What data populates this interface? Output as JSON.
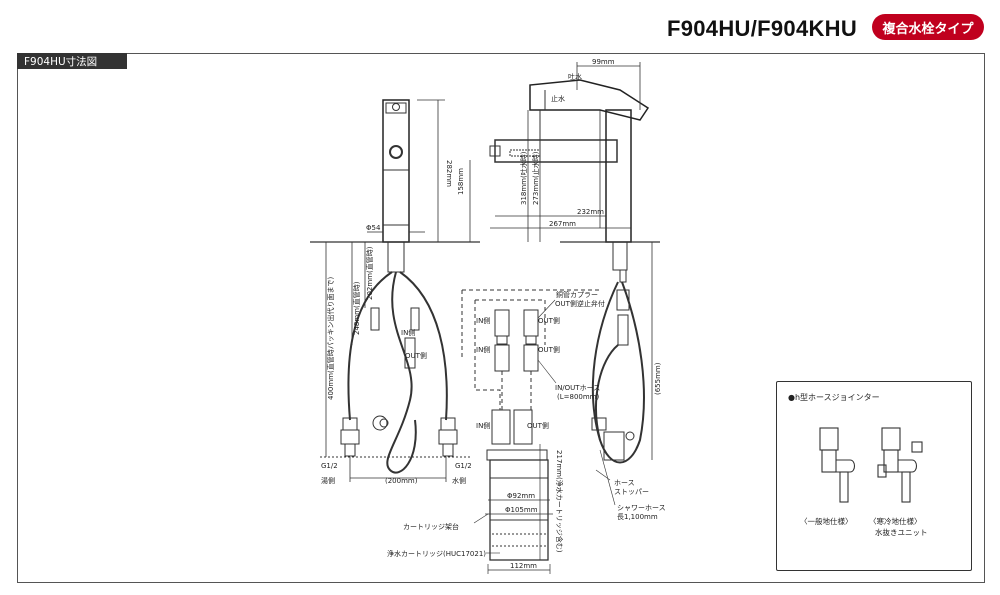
{
  "header": {
    "model_title": "F904HU/F904KHU",
    "type_badge": "複合水栓タイプ"
  },
  "panel": {
    "label": "F904HU寸法図"
  },
  "dimensions": {
    "dim_99": "99mm",
    "dim_282": "282mm",
    "dim_158": "158mm",
    "dim_318": "318mm(吐水時)",
    "dim_273": "273mm(止水時)",
    "dim_232": "232mm",
    "dim_267": "267mm",
    "dim_phi54": "Φ54",
    "dim_202": "202mm(直管時)",
    "dim_248": "248mm(直管時)",
    "dim_400": "400mm(直管時パッキン出代り面まで)",
    "dim_200": "(200mm)",
    "dim_655": "(655mm)",
    "dim_217": "217mm(浄水カートリッジ含む)",
    "dim_phi92": "Φ92mm",
    "dim_phi105": "Φ105mm",
    "dim_112": "112mm"
  },
  "labels": {
    "spout_water": "吐水",
    "stop_water": "止水",
    "in_side_1": "IN側",
    "out_side_1": "OUT側",
    "in_side_2": "IN側",
    "out_side_2": "OUT側",
    "in_side_3": "IN側",
    "out_side_3": "OUT側",
    "in_side_hot": "IN側",
    "out_side_hot": "OUT側",
    "coupler": "銅管カプラー",
    "check_valve": "OUT側逆止弁付",
    "inout_hose": "IN/OUTホース",
    "hose_length": "(L=800mm)",
    "g_left": "G1/2",
    "g_right": "G1/2",
    "hot_side": "湯側",
    "cold_side": "水側",
    "hose_stopper_1": "ホース",
    "hose_stopper_2": "ストッパー",
    "shower_hose": "シャワーホース",
    "shower_hose_len": "長1,100mm",
    "cartridge_stand": "カートリッジ架台",
    "cartridge": "浄水カートリッジ(HUC17021)"
  },
  "inset": {
    "title": "●h型ホースジョインター",
    "left_caption": "〈一般地仕様〉",
    "right_caption_1": "〈寒冷地仕様〉",
    "right_caption_2": "水抜きユニット"
  }
}
